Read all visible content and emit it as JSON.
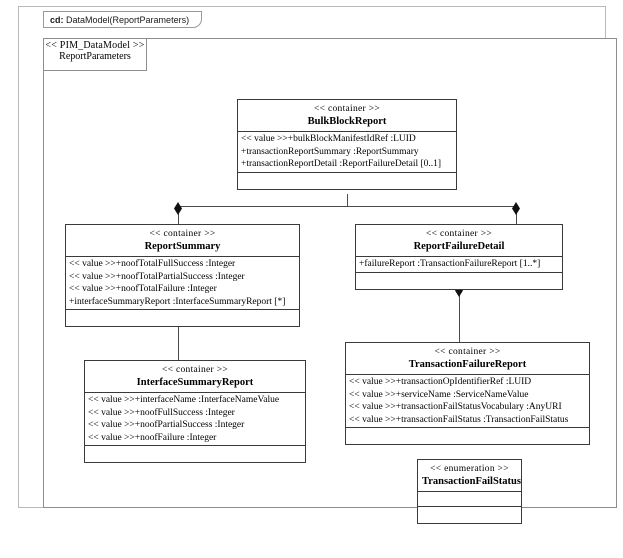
{
  "frame": {
    "tab_prefix": "cd:",
    "tab_label": "DataModel(ReportParameters)"
  },
  "package": {
    "stereotype": "<< PIM_DataModel >>",
    "name": "ReportParameters"
  },
  "classes": {
    "bulk_block_report": {
      "stereotype": "<< container >>",
      "name": "BulkBlockReport",
      "attributes": [
        "<< value >>+bulkBlockManifestIdRef  :LUID",
        "+transactionReportSummary   :ReportSummary",
        "+transactionReportDetail   :ReportFailureDetail  [0..1]"
      ]
    },
    "report_summary": {
      "stereotype": "<< container >>",
      "name": "ReportSummary",
      "attributes": [
        "<< value >>+noofTotalFullSuccess  :Integer",
        "<< value >>+noofTotalPartialSuccess  :Integer",
        "<< value >>+noofTotalFailure  :Integer",
        "+interfaceSummaryReport  :InterfaceSummaryReport  [*]"
      ]
    },
    "report_failure_detail": {
      "stereotype": "<< container >>",
      "name": "ReportFailureDetail",
      "attributes": [
        "+failureReport :TransactionFailureReport  [1..*]"
      ]
    },
    "interface_summary_report": {
      "stereotype": "<< container >>",
      "name": "InterfaceSummaryReport",
      "attributes": [
        "<< value >>+interfaceName  :InterfaceNameValue",
        "<< value >>+noofFullSuccess  :Integer",
        "<< value >>+noofPartialSuccess  :Integer",
        "<< value >>+noofFailure  :Integer"
      ]
    },
    "transaction_failure_report": {
      "stereotype": "<< container >>",
      "name": "TransactionFailureReport",
      "attributes": [
        "<< value >>+transactionOpIdentifierRef   :LUID",
        "<< value >>+serviceName :ServiceNameValue",
        "<< value >>+transactionFailStatusVocabulary    :AnyURI",
        "<< value >>+transactionFailStatus  :TransactionFailStatus"
      ]
    },
    "transaction_fail_status": {
      "stereotype": "<< enumeration >>",
      "name": "TransactionFailStatus",
      "attributes": []
    }
  },
  "relations": [
    {
      "name": "bulkblockreport-to-reportsummary",
      "type": "composition"
    },
    {
      "name": "bulkblockreport-to-reportfailuredetail",
      "type": "composition"
    },
    {
      "name": "reportsummary-to-interfacesummaryreport",
      "type": "composition"
    },
    {
      "name": "reportfailuredetail-to-transactionfailurereport",
      "type": "composition"
    }
  ],
  "colors": {
    "line": "#3a3a3a",
    "frame": "#8e8e8e",
    "background": "#ffffff"
  }
}
